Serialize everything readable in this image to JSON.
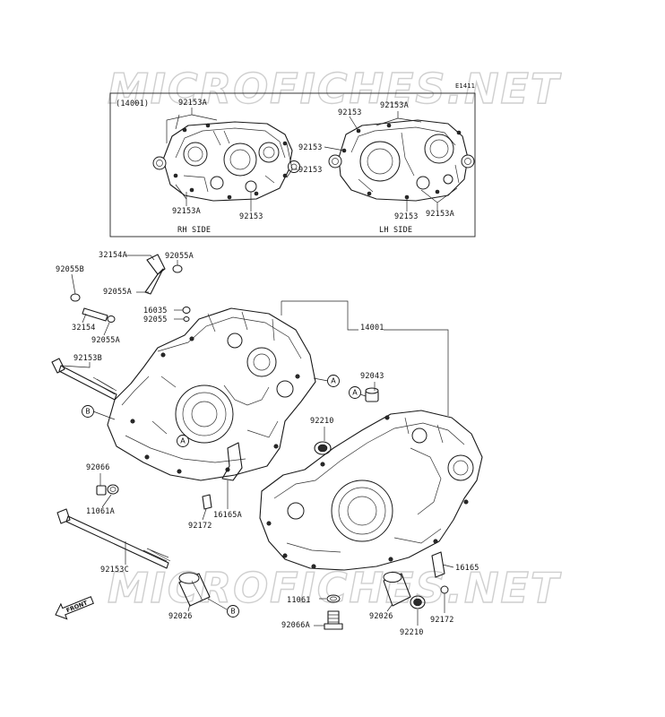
{
  "diagram_code": "E1411",
  "watermark": "MICROFICHES.NET",
  "inset": {
    "group_label": "(14001)",
    "rh_side_label": "RH SIDE",
    "lh_side_label": "LH SIDE",
    "labels": {
      "rh_top": "92153A",
      "rh_right": "92153",
      "rh_bottom_left": "92153A",
      "rh_bottom": "92153",
      "lh_top_left": "92153",
      "lh_top_right": "92153A",
      "lh_left": "92153",
      "lh_bottom": "92153",
      "lh_bottom_right": "92153A"
    }
  },
  "parts": {
    "p32154A": "32154A",
    "p92055A_top": "92055A",
    "p92055B": "92055B",
    "p92055A_mid": "92055A",
    "p16035": "16035",
    "p92055": "92055",
    "p32154": "32154",
    "p92055A_low": "92055A",
    "p14001": "14001",
    "p92153B": "92153B",
    "p92043": "92043",
    "p92210_top": "92210",
    "p92066": "92066",
    "p11061A": "11061A",
    "p16165A": "16165A",
    "p92172_left": "92172",
    "p92153C": "92153C",
    "p16165": "16165",
    "p11061": "11061",
    "p92026_left": "92026",
    "p92026_right": "92026",
    "p92172_right": "92172",
    "p92066A": "92066A",
    "p92210_bottom": "92210"
  },
  "callouts": {
    "a": "A",
    "b": "B"
  },
  "front_label": "FRONT"
}
